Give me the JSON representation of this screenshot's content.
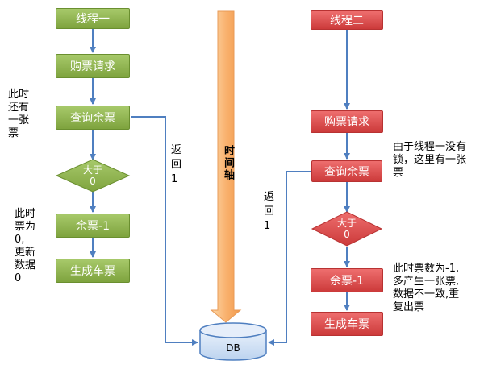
{
  "thread1": {
    "title": "线程一",
    "request": "购票请求",
    "query": "查询余票",
    "decision": "大于\n0",
    "decrement": "余票-1",
    "generate": "生成车票",
    "note_top": "此时\n还有\n一张\n票",
    "note_bottom": "此时\n票为\n0,\n更新\n数据\n0",
    "return_label": "返\n回\n1"
  },
  "thread2": {
    "title": "线程二",
    "request": "购票请求",
    "query": "查询余票",
    "decision": "大于\n0",
    "decrement": "余票-1",
    "generate": "生成车票",
    "note_top": "由于线程一没有\n锁，这里有一张\n票",
    "note_bottom": "此时票数为-1,\n多产生一张票,\n数据不一致,重\n复出票",
    "return_label": "返\n回\n1"
  },
  "timeline": {
    "label": "时间轴"
  },
  "db": {
    "label": "DB"
  },
  "colors": {
    "thread1_fill": "#8db350",
    "thread2_fill": "#dd4c4c",
    "arrow": "#4f7fc0",
    "timeline_fill": "#f9b26f",
    "db_fill": "#cfe0f5"
  }
}
